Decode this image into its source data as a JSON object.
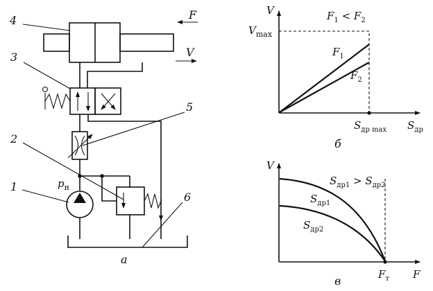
{
  "schematic": {
    "caption": "а",
    "labels": {
      "cylinder": "4",
      "directional_valve": "3",
      "throttle": "5",
      "relief_valve": "2",
      "pump": "1",
      "tank": "6"
    },
    "pump_pressure": {
      "main": "p",
      "sub": "н"
    },
    "force": "F",
    "velocity": "V"
  },
  "graph_b": {
    "caption": "б",
    "y_axis": "V",
    "y_max": {
      "main": "V",
      "sub": "max"
    },
    "x_axis": {
      "main": "S",
      "sub": "др"
    },
    "x_max": {
      "main": "S",
      "sub": "др max"
    },
    "condition": {
      "a": "F",
      "a_sub": "1",
      "op": " < ",
      "b": "F",
      "b_sub": "2"
    },
    "series": [
      {
        "main": "F",
        "sub": "1"
      },
      {
        "main": "F",
        "sub": "2"
      }
    ]
  },
  "graph_c": {
    "caption": "в",
    "y_axis": "V",
    "x_axis": "F",
    "x_point": {
      "main": "F",
      "sub": "т"
    },
    "condition": {
      "a": "S",
      "a_sub": "др1",
      "op": " > ",
      "b": "S",
      "b_sub": "др2"
    },
    "series": [
      {
        "main": "S",
        "sub": "др1"
      },
      {
        "main": "S",
        "sub": "др2"
      }
    ]
  }
}
